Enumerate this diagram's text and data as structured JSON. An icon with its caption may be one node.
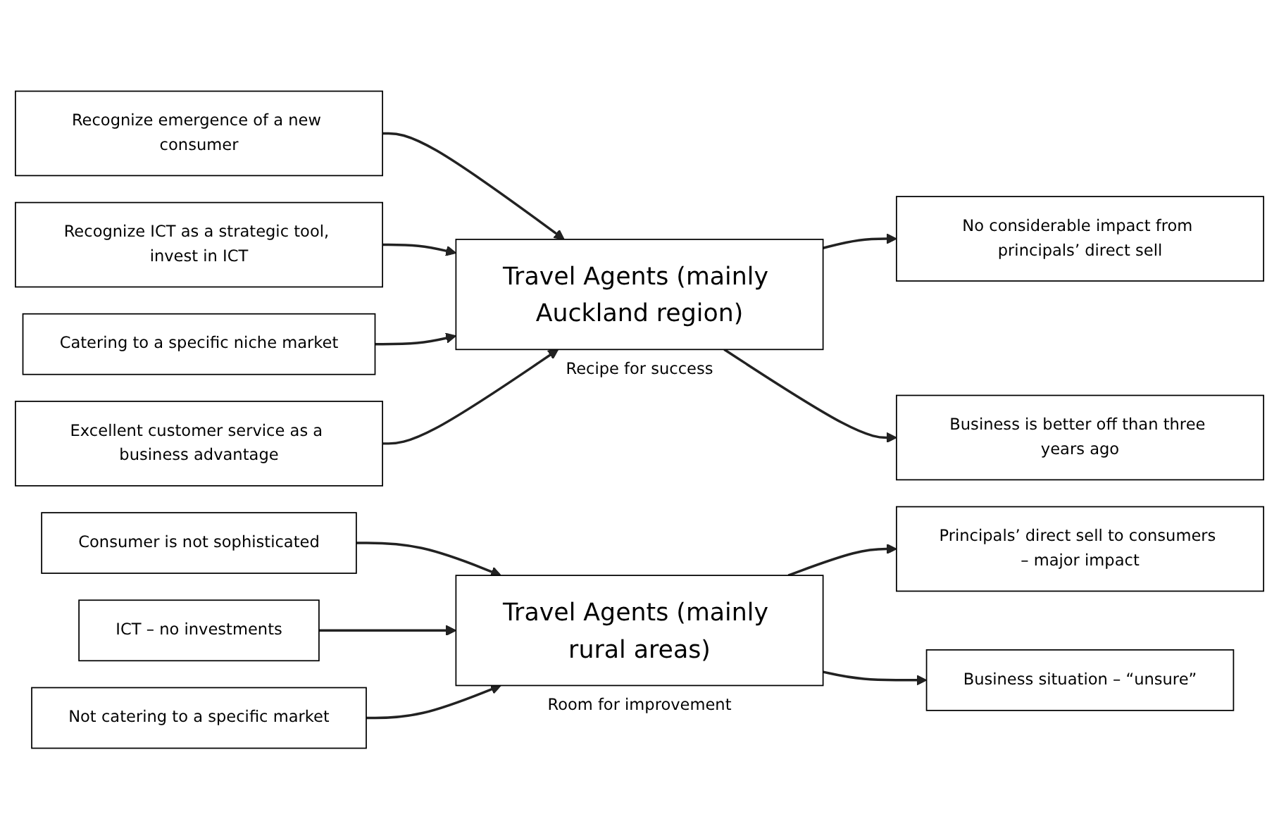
{
  "diagram": {
    "nodes": [
      {
        "text": [
          "Recognize emergence of a new consumer"
        ]
      },
      {
        "text": [
          "Recognize ICT as a strategic tool, invest in ICT"
        ]
      },
      {
        "text": [
          "Catering to a specific niche market"
        ]
      },
      {
        "text": [
          "Excellent customer service as a business advantage"
        ]
      },
      {
        "text": [
          "Travel Agents (mainly Auckland region)"
        ],
        "beside": [
          "Recipe for success"
        ]
      },
      {
        "text": [
          "No considerable impact from principals’ direct sell"
        ]
      },
      {
        "text": [
          "Business is better off than three years ago"
        ]
      },
      {
        "text": [
          "Consumer is not sophisticated"
        ]
      },
      {
        "text": [
          "ICT – no investments"
        ]
      },
      {
        "text": [
          "Not catering to a specific market"
        ]
      },
      {
        "text": [
          "Travel Agents (mainly rural areas)"
        ],
        "beside": [
          "Room for improvement"
        ]
      },
      {
        "text": [
          "Principals’ direct sell to consumers – major impact"
        ]
      },
      {
        "text": [
          "Business situation – “unsure”"
        ]
      }
    ],
    "edges": [
      {
        "from": 0,
        "to": 4,
        "arrow": "to"
      },
      {
        "from": 1,
        "to": 4,
        "arrow": "to"
      },
      {
        "from": 2,
        "to": 4,
        "arrow": "to"
      },
      {
        "from": 3,
        "to": 4,
        "arrow": "to"
      },
      {
        "from": 4,
        "to": 5,
        "arrow": "to"
      },
      {
        "from": 4,
        "to": 6,
        "arrow": "to"
      },
      {
        "from": 7,
        "to": 10,
        "arrow": "to"
      },
      {
        "from": 8,
        "to": 10,
        "arrow": "to"
      },
      {
        "from": 9,
        "to": 10,
        "arrow": "to"
      },
      {
        "from": 10,
        "to": 11,
        "arrow": "to"
      },
      {
        "from": 10,
        "to": 12,
        "arrow": "to"
      }
    ]
  }
}
